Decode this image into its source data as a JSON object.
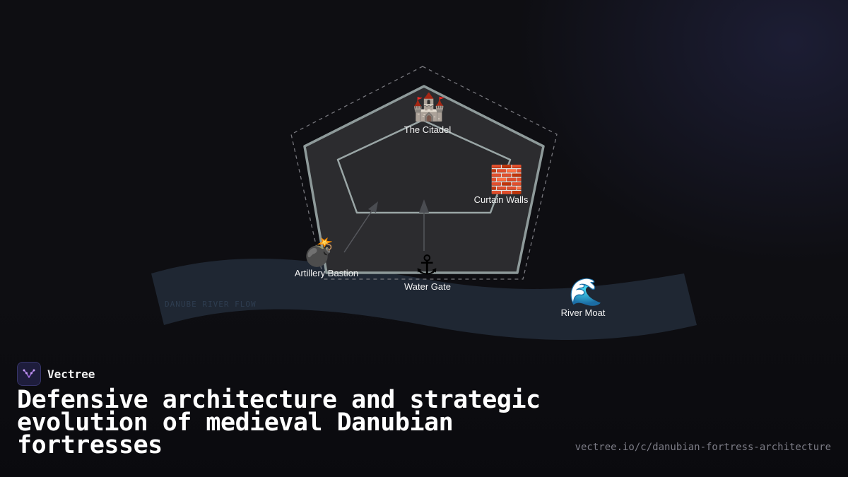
{
  "brand": {
    "name": "Vectree",
    "logo_icon": "vectree-logo-icon",
    "accent": "#a06ce0"
  },
  "title": "Defensive architecture and strategic evolution of medieval Danubian fortresses",
  "source_url": "vectree.io/c/danubian-fortress-architecture",
  "diagram": {
    "river_label": "DANUBE RIVER FLOW",
    "nodes": [
      {
        "id": "citadel",
        "label": "The Citadel",
        "icon": "🏰",
        "icon_name": "castle-icon"
      },
      {
        "id": "curtain-walls",
        "label": "Curtain Walls",
        "icon": "🧱",
        "icon_name": "brick-wall-icon"
      },
      {
        "id": "artillery-bastion",
        "label": "Artillery Bastion",
        "icon": "💣",
        "icon_name": "bomb-icon"
      },
      {
        "id": "water-gate",
        "label": "Water Gate",
        "icon": "⚓",
        "icon_name": "anchor-icon"
      },
      {
        "id": "river-moat",
        "label": "River Moat",
        "icon": "🌊",
        "icon_name": "wave-icon"
      }
    ],
    "colors": {
      "outer_fill": "#2c2c2f",
      "wall_stroke": "#8e9a9a",
      "river": "#1f2733",
      "dashed_ring": "#77777d",
      "label": "#f2f2f2"
    }
  }
}
